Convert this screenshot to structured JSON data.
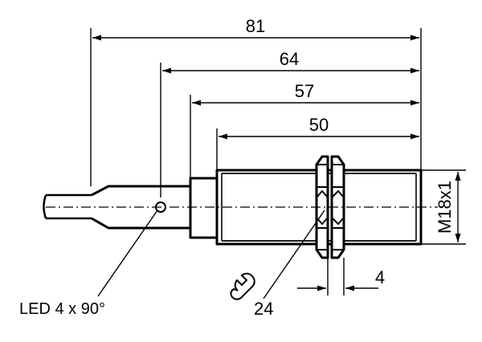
{
  "dimensions": {
    "overall": "81",
    "to_led": "64",
    "to_thread_start": "57",
    "thread_length": "50",
    "nut_thickness": "4",
    "thread_size": "M18x1",
    "wrench_size": "24"
  },
  "labels": {
    "led": "LED 4 x 90°"
  },
  "icons": {
    "wrench": "wrench-icon",
    "arrowhead": "arrowhead-icon"
  },
  "colors": {
    "ink": "#000000",
    "background": "#ffffff"
  }
}
